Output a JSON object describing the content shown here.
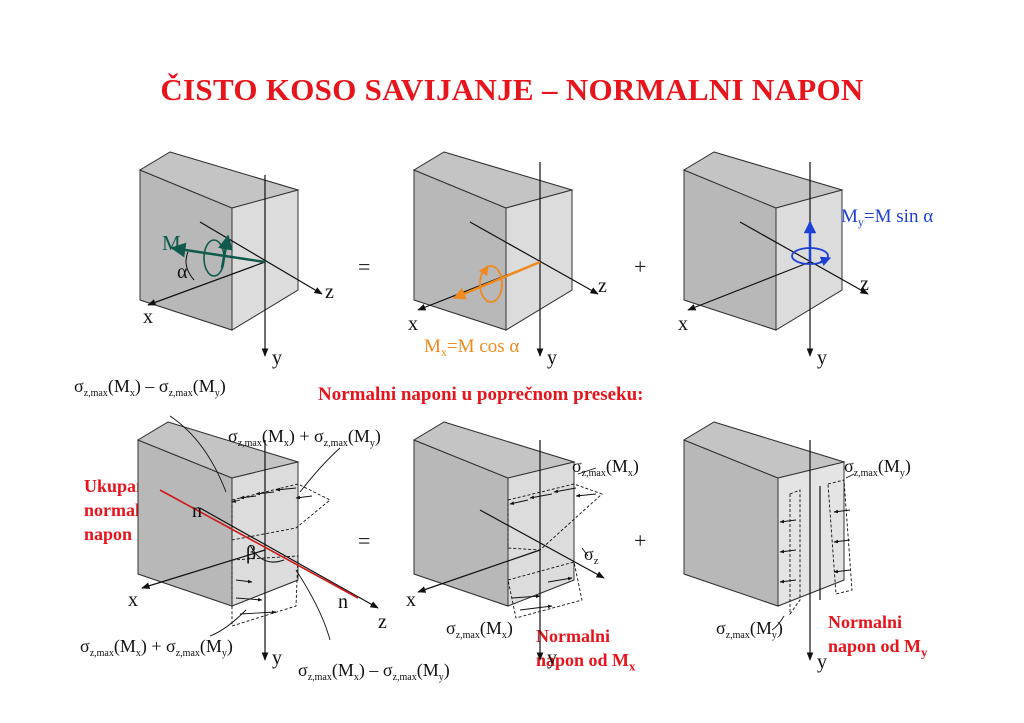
{
  "title": "ČISTO KOSO SAVIJANJE – NORMALNI NAPON",
  "subtitle": "Normalni naponi u poprečnom preseku:",
  "operators": {
    "equals": "=",
    "plus": "+"
  },
  "axes": {
    "x": "x",
    "y": "y",
    "z": "z"
  },
  "top": {
    "moment": "M",
    "angle": "α",
    "mx_label": {
      "M": "M",
      "sub": "x",
      "rest": "=M cos α"
    },
    "my_label": {
      "M": "M",
      "sub": "y",
      "rest": "=M sin α"
    }
  },
  "bottom": {
    "n_label": "n",
    "beta": "β",
    "total_label": [
      "Ukupan",
      "normalni",
      "napon"
    ],
    "mx_caption": [
      "Normalni",
      "napon od M"
    ],
    "mx_caption_sub": "x",
    "my_caption": [
      "Normalni",
      "napon od M"
    ],
    "my_caption_sub": "y",
    "sigma": "σ",
    "sigma_sub_max": "z,max",
    "sigma_sub_z": "z",
    "minus": "–",
    "plus": "+",
    "arg_mx": {
      "M": "M",
      "sub": "x"
    },
    "arg_my": {
      "M": "M",
      "sub": "y"
    }
  },
  "colors": {
    "title": "#e8141c",
    "moment": "#0f5a4d",
    "mx": "#f08a1e",
    "my": "#1c3fd6",
    "cut": "#d01818"
  }
}
